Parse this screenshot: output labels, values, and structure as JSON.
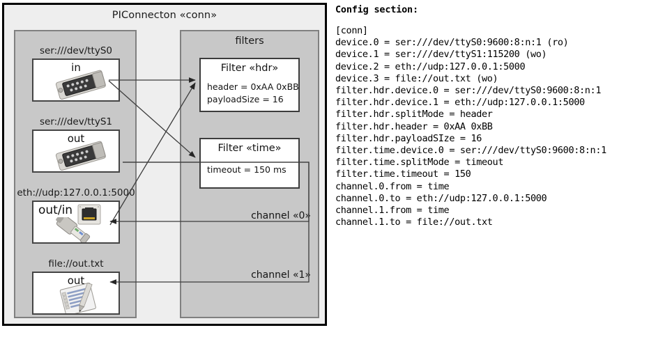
{
  "diagram": {
    "title": "PIConnecton «conn»",
    "devices_panel": {
      "name": "devices-panel",
      "devices": [
        {
          "caption": "ser:///dev/ttyS0",
          "label": "in",
          "icon": "serial-port-icon",
          "name": "device-ttys0"
        },
        {
          "caption": "ser:///dev/ttyS1",
          "label": "out",
          "icon": "serial-port-icon",
          "name": "device-ttys1"
        },
        {
          "caption": "eth://udp:127.0.0.1:5000",
          "label": "out/in",
          "icon": "ethernet-jack-icon",
          "name": "device-eth-udp"
        },
        {
          "caption": "file://out.txt",
          "label": "out",
          "icon": "text-file-icon",
          "name": "device-file-out"
        }
      ]
    },
    "filters_panel": {
      "title": "filters",
      "filters": [
        {
          "title": "Filter «hdr»",
          "attrs": [
            "header = 0xAA 0xBB",
            "payloadSize = 16"
          ],
          "name": "filter-hdr"
        },
        {
          "title": "Filter «time»",
          "attrs": [
            "timeout = 150 ms"
          ],
          "name": "filter-time"
        }
      ],
      "channels": [
        {
          "label": "channel «0»",
          "name": "channel-0"
        },
        {
          "label": "channel «1»",
          "name": "channel-1"
        }
      ]
    },
    "colors": {
      "frame_border": "#000000",
      "frame_fill": "#eeeeee",
      "panel_fill": "#c8c8c8",
      "panel_border": "#808080",
      "node_fill": "#ffffff",
      "node_border": "#3c3c3c",
      "edge": "#3c3c3c"
    }
  },
  "config": {
    "heading": "Config section:",
    "lines": "[conn]\ndevice.0 = ser:///dev/ttyS0:9600:8:n:1 (ro)\ndevice.1 = ser:///dev/ttyS1:115200 (wo)\ndevice.2 = eth://udp:127.0.0.1:5000\ndevice.3 = file://out.txt (wo)\nfilter.hdr.device.0 = ser:///dev/ttyS0:9600:8:n:1\nfilter.hdr.device.1 = eth://udp:127.0.0.1:5000\nfilter.hdr.splitMode = header\nfilter.hdr.header = 0xAA 0xBB\nfilter.hdr.payloadSIze = 16\nfilter.time.device.0 = ser:///dev/ttyS0:9600:8:n:1\nfilter.time.splitMode = timeout\nfilter.time.timeout = 150\nchannel.0.from = time\nchannel.0.to = eth://udp:127.0.0.1:5000\nchannel.1.from = time\nchannel.1.to = file://out.txt"
  }
}
